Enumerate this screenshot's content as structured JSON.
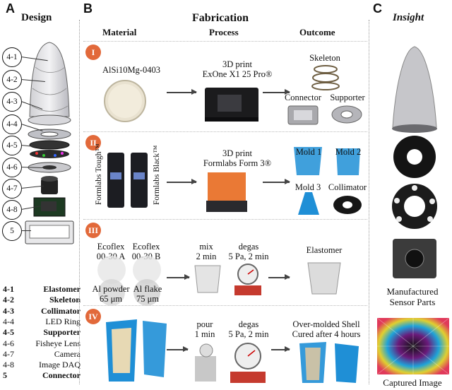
{
  "panels": {
    "a": {
      "letter": "A",
      "title": "Design"
    },
    "b": {
      "letter": "B",
      "title": "Fabrication"
    },
    "c": {
      "letter": "C",
      "title": "Insight"
    }
  },
  "columns": {
    "material": "Material",
    "process": "Process",
    "outcome": "Outcome"
  },
  "exploded_labels": [
    "4-1",
    "4-2",
    "4-3",
    "4-4",
    "4-5",
    "4-6",
    "4-7",
    "4-8",
    "5"
  ],
  "legend": [
    {
      "code": "4-1",
      "name": "Elastomer",
      "bold": true
    },
    {
      "code": "4-2",
      "name": "Skeleton",
      "bold": true
    },
    {
      "code": "4-3",
      "name": "Collimator",
      "bold": true
    },
    {
      "code": "4-4",
      "name": "LED Ring",
      "bold": false
    },
    {
      "code": "4-5",
      "name": "Supporter",
      "bold": true
    },
    {
      "code": "4-6",
      "name": "Fisheye Lens",
      "bold": false
    },
    {
      "code": "4-7",
      "name": "Camera",
      "bold": false
    },
    {
      "code": "4-8",
      "name": "Image DAQ",
      "bold": false
    },
    {
      "code": "5",
      "name": "Connector",
      "bold": true
    }
  ],
  "rows": {
    "r1": {
      "badge": "I",
      "material": "AlSi10Mg-0403",
      "process_line1": "3D print",
      "process_line2": "ExOne X1 25 Pro®",
      "outcome_skeleton": "Skeleton",
      "outcome_connector": "Connector",
      "outcome_supporter": "Supporter"
    },
    "r2": {
      "badge": "II",
      "material_left": "Formlabs Tough™",
      "material_right": "Formlabs Black™",
      "process_line1": "3D print",
      "process_line2": "Formlabs Form 3®",
      "mold1": "Mold 1",
      "mold2": "Mold 2",
      "mold3": "Mold 3",
      "collimator": "Collimator"
    },
    "r3": {
      "badge": "III",
      "ecoflex_a1": "Ecoflex",
      "ecoflex_a2": "00-30 A",
      "ecoflex_b1": "Ecoflex",
      "ecoflex_b2": "00-30 B",
      "al_powder1": "Al powder",
      "al_powder2": "65 μm",
      "al_flake1": "Al flake",
      "al_flake2": "75 μm",
      "mix1": "mix",
      "mix2": "2 min",
      "degas1": "degas",
      "degas2": "5 Pa, 2 min",
      "outcome": "Elastomer"
    },
    "r4": {
      "badge": "IV",
      "pour1": "pour",
      "pour2": "1 min",
      "degas1": "degas",
      "degas2": "5 Pa, 2 min",
      "outcome1": "Over-molded Shell",
      "outcome2": "Cured after 4 hours"
    }
  },
  "insight": {
    "manufactured1": "Manufactured",
    "manufactured2": "Sensor Parts",
    "captured": "Captured Image"
  },
  "colors": {
    "badge": "#e2693a",
    "mold_blue": "#1f8fd6",
    "printer_orange": "#e86a1f"
  }
}
